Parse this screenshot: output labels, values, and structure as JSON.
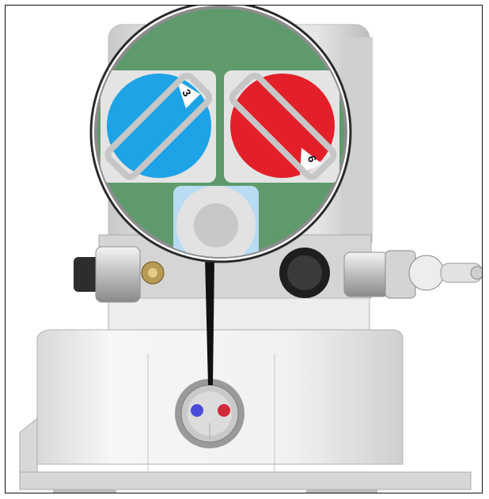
{
  "figure": {
    "description_free": true
  },
  "colors": {
    "blue_knob": "#1aa0e6",
    "red_knob": "#e41e26",
    "callout_green": "#5a9a6a",
    "light_blue_panel": "#b8dcf3"
  },
  "dials": {
    "left": {
      "number": "3",
      "color": "blue"
    },
    "right": {
      "number": "6",
      "color": "red"
    }
  },
  "icons": [
    "pump-body",
    "reservoir-lid",
    "magnifier-callout",
    "leader-line",
    "inspection-window"
  ]
}
